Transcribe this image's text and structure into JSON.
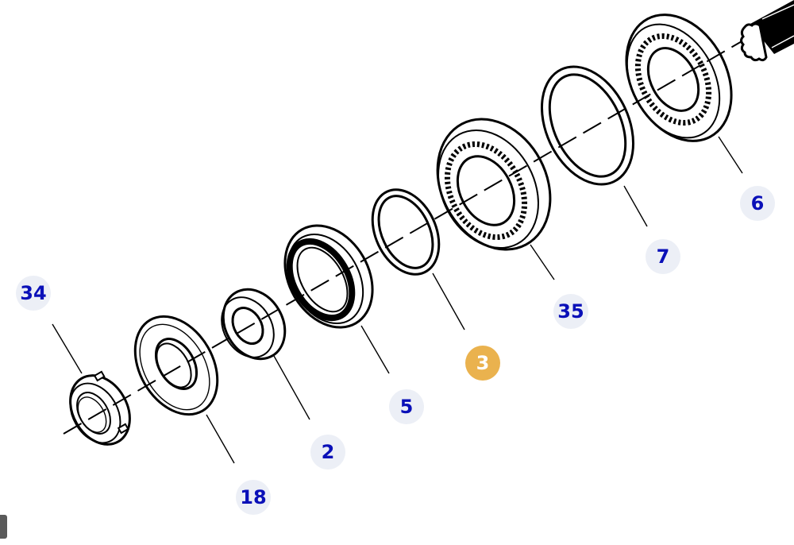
{
  "diagram": {
    "title": "Exploded parts view - shaft bearing assembly",
    "selected_part": "3",
    "colors": {
      "callout_text": "#0a10b8",
      "callout_bg": "#eceff6",
      "selected_bg": "#eab24e",
      "selected_text": "#ffffff",
      "line": "#000000"
    },
    "parts": [
      {
        "id": "34",
        "label": "34",
        "description": "slotted lock nut"
      },
      {
        "id": "18",
        "label": "18",
        "description": "seal / washer"
      },
      {
        "id": "2",
        "label": "2",
        "description": "spacer"
      },
      {
        "id": "5",
        "label": "5",
        "description": "oil seal"
      },
      {
        "id": "3",
        "label": "3",
        "description": "ring",
        "selected": true
      },
      {
        "id": "35",
        "label": "35",
        "description": "ball bearing"
      },
      {
        "id": "7",
        "label": "7",
        "description": "ring"
      },
      {
        "id": "6",
        "label": "6",
        "description": "roller bearing"
      }
    ],
    "shaft_icon": "splined-shaft-icon"
  }
}
